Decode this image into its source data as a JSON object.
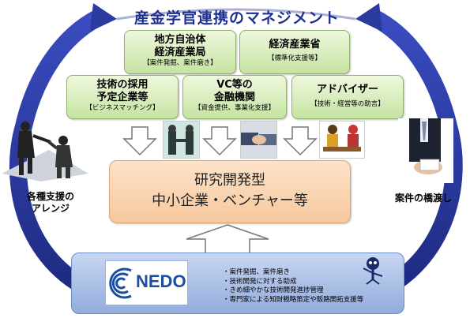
{
  "title": "産金学官連携のマネジメント",
  "boxes": {
    "local_gov": {
      "line1": "地方自治体",
      "line2": "経済産業局",
      "sub": "【案件発掘、案件磨き】"
    },
    "meti": {
      "line1": "経済産業省",
      "sub": "【標準化支援等】"
    },
    "adopter": {
      "line1": "技術の採用",
      "line2": "予定企業等",
      "sub": "【ビジネスマッチング】"
    },
    "finance": {
      "line1": "VC等の",
      "line2": "金融機関",
      "sub": "【資金提供、事業化支援】"
    },
    "advisor": {
      "line1": "アドバイザー",
      "sub": "【技術・経営等の助言】"
    }
  },
  "center": {
    "line1": "研究開発型",
    "line2": "中小企業・ベンチャー等"
  },
  "left_label": {
    "line1": "各種支援の",
    "line2": "アレンジ"
  },
  "right_label": "案件の橋渡し",
  "nedo": {
    "logo_text": "NEDO",
    "bullets": [
      "・案件発掘、案件磨き",
      "・技術開発に対する助成",
      "・きめ細やかな技術開発進捗管理",
      "・専門家による知財戦略策定や販路開拓支援等"
    ]
  },
  "colors": {
    "arc": "#2b3a9e",
    "title": "#1f2f8f",
    "green_box": "#c6e3a2",
    "center_box": "#f6c89d",
    "bottom_box": "#93acdc"
  }
}
